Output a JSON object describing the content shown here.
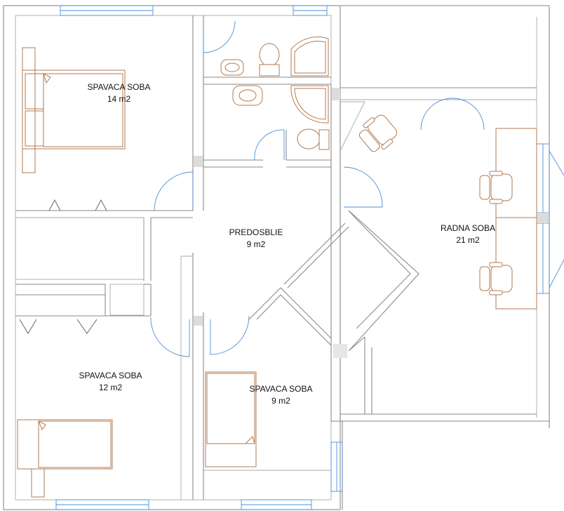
{
  "rooms": [
    {
      "id": "bedroom-14",
      "name": "SPAVACA SOBA",
      "area": "14 m2"
    },
    {
      "id": "hallway",
      "name": "PREDOSBLIE",
      "area": "9 m2"
    },
    {
      "id": "study",
      "name": "RADNA SOBA",
      "area": "21 m2"
    },
    {
      "id": "bedroom-12",
      "name": "SPAVACA SOBA",
      "area": "12 m2"
    },
    {
      "id": "bedroom-9",
      "name": "SPAVACA SOBA",
      "area": "9 m2"
    }
  ],
  "colors": {
    "walls": "#8a8a8a",
    "furniture": "#b07a50",
    "doors_windows": "#4a90d9",
    "text": "#111111"
  }
}
